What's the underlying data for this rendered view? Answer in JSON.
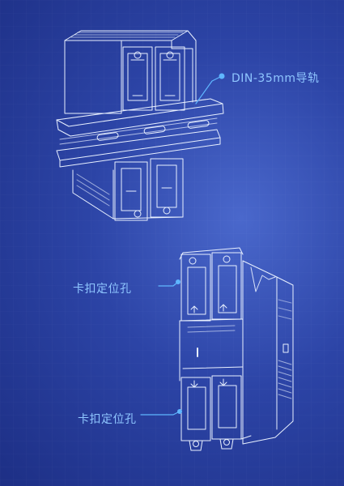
{
  "labels": {
    "din_rail": "DIN-35mm导轨",
    "locating_hole_top": "卡扣定位孔",
    "locating_hole_bottom": "卡扣定位孔"
  },
  "colors": {
    "background_center": "#4a68cc",
    "background_edge": "#1d2f85",
    "line_art": "#e8f0ff",
    "label_text": "#8fc6ff",
    "callout_dot": "#5fb6ff"
  }
}
